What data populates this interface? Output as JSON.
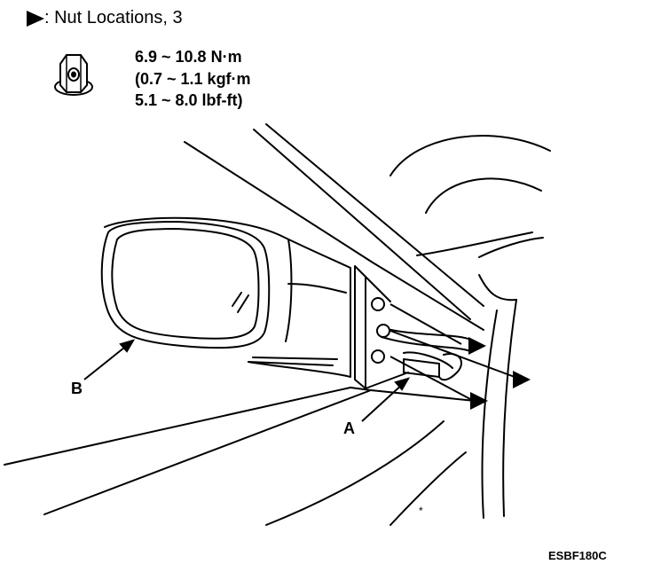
{
  "legend": {
    "marker_icon": "triangle-arrow-icon",
    "text": ": Nut Locations, 3"
  },
  "torque": {
    "icon": "flange-nut-icon",
    "line1": "6.9 ~ 10.8 N·m",
    "line2": "(0.7 ~ 1.1 kgf·m",
    "line3": "5.1 ~ 8.0 lbf-ft)"
  },
  "labels": {
    "a": "A",
    "b": "B"
  },
  "figure_code": "ESBF180C",
  "colors": {
    "ink": "#000000",
    "background": "#ffffff"
  }
}
